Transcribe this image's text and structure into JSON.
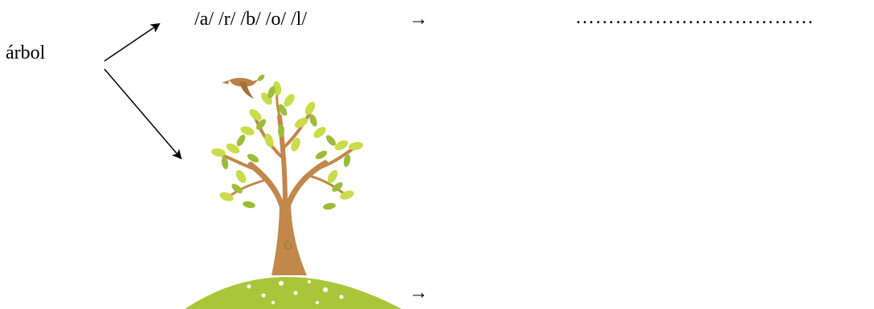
{
  "exercise": {
    "word": "árbol",
    "phonemes": "/a/ /r/ /b/ /o/ /l/",
    "arrow_top": "→",
    "arrow_bottom": "→",
    "answer_dots": "………………………………"
  },
  "illustration": {
    "subject": "tree-with-bird-on-hill",
    "colors": {
      "leaf_light": "#c9dc4a",
      "leaf_dark": "#9bbd3a",
      "trunk": "#c2874a",
      "hill": "#a9c63a",
      "bird": "#b8824a"
    }
  }
}
